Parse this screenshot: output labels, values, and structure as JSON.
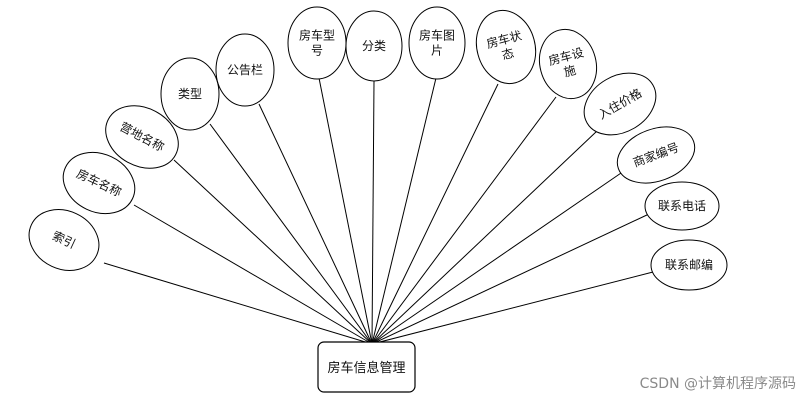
{
  "entity": {
    "label": "房车信息管理"
  },
  "attributes": [
    {
      "id": "suoyin",
      "lines": [
        "索引"
      ]
    },
    {
      "id": "fangche-mingcheng",
      "lines": [
        "房车名称"
      ]
    },
    {
      "id": "yingdi-mingcheng",
      "lines": [
        "营地名称"
      ]
    },
    {
      "id": "leixing",
      "lines": [
        "类型"
      ]
    },
    {
      "id": "gonggaolan",
      "lines": [
        "公告栏"
      ]
    },
    {
      "id": "fangche-xinghao",
      "lines": [
        "房车型",
        "号"
      ]
    },
    {
      "id": "fenlei",
      "lines": [
        "分类"
      ]
    },
    {
      "id": "fangche-tupian",
      "lines": [
        "房车图",
        "片"
      ]
    },
    {
      "id": "fangche-zhuangtai",
      "lines": [
        "房车状",
        "态"
      ]
    },
    {
      "id": "fangche-sheshi",
      "lines": [
        "房车设",
        "施"
      ]
    },
    {
      "id": "ruzhu-jiage",
      "lines": [
        "入住价格"
      ]
    },
    {
      "id": "shangjia-bianhao",
      "lines": [
        "商家编号"
      ]
    },
    {
      "id": "lianxi-dianhua",
      "lines": [
        "联系电话"
      ]
    },
    {
      "id": "lianxi-youbian",
      "lines": [
        "联系邮编"
      ]
    }
  ],
  "watermark": "CSDN @计算机程序源码"
}
